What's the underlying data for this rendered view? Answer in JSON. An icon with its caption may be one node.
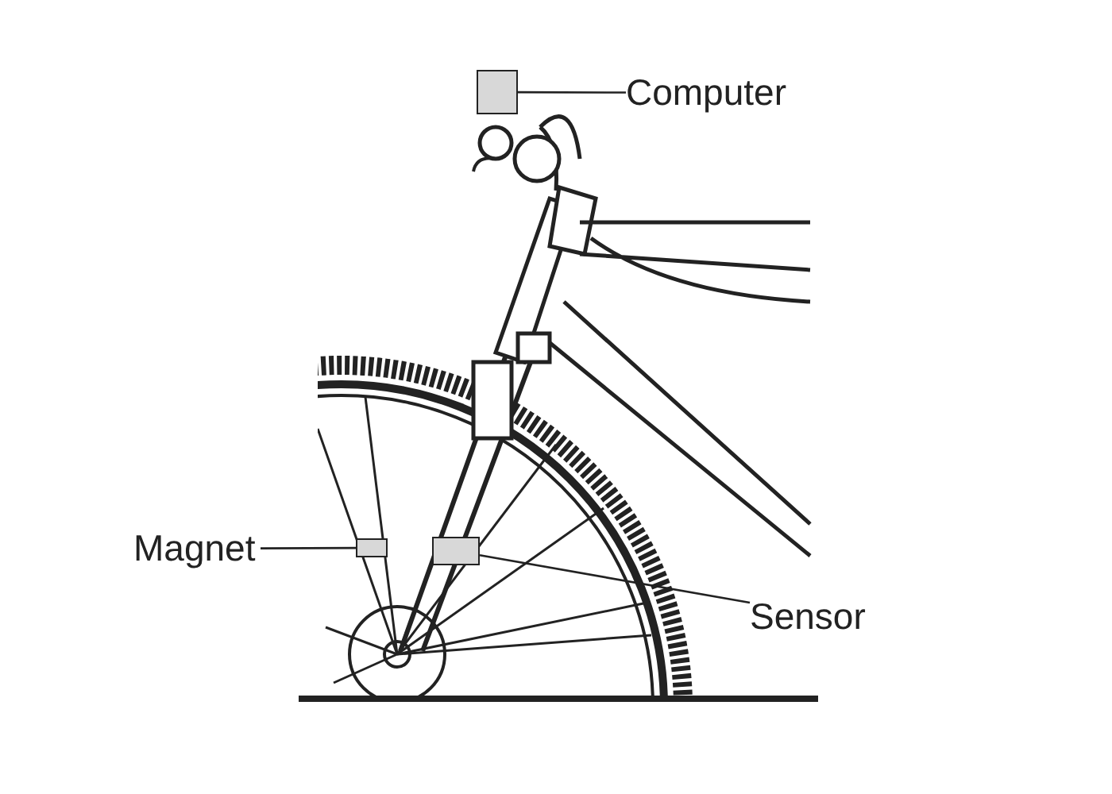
{
  "diagram": {
    "nodes": [
      {
        "text": [
          "Computer"
        ]
      },
      {
        "text": [],
        "shape": "box"
      },
      {
        "text": [
          "Magnet"
        ]
      },
      {
        "text": [],
        "shape": "box"
      },
      {
        "text": [
          "Sensor"
        ]
      },
      {
        "text": [],
        "shape": "box"
      }
    ],
    "edges": [
      {
        "from": 0,
        "to": 1,
        "arrow": "none"
      },
      {
        "from": 2,
        "to": 3,
        "arrow": "none"
      },
      {
        "from": 4,
        "to": 5,
        "arrow": "none"
      }
    ]
  }
}
